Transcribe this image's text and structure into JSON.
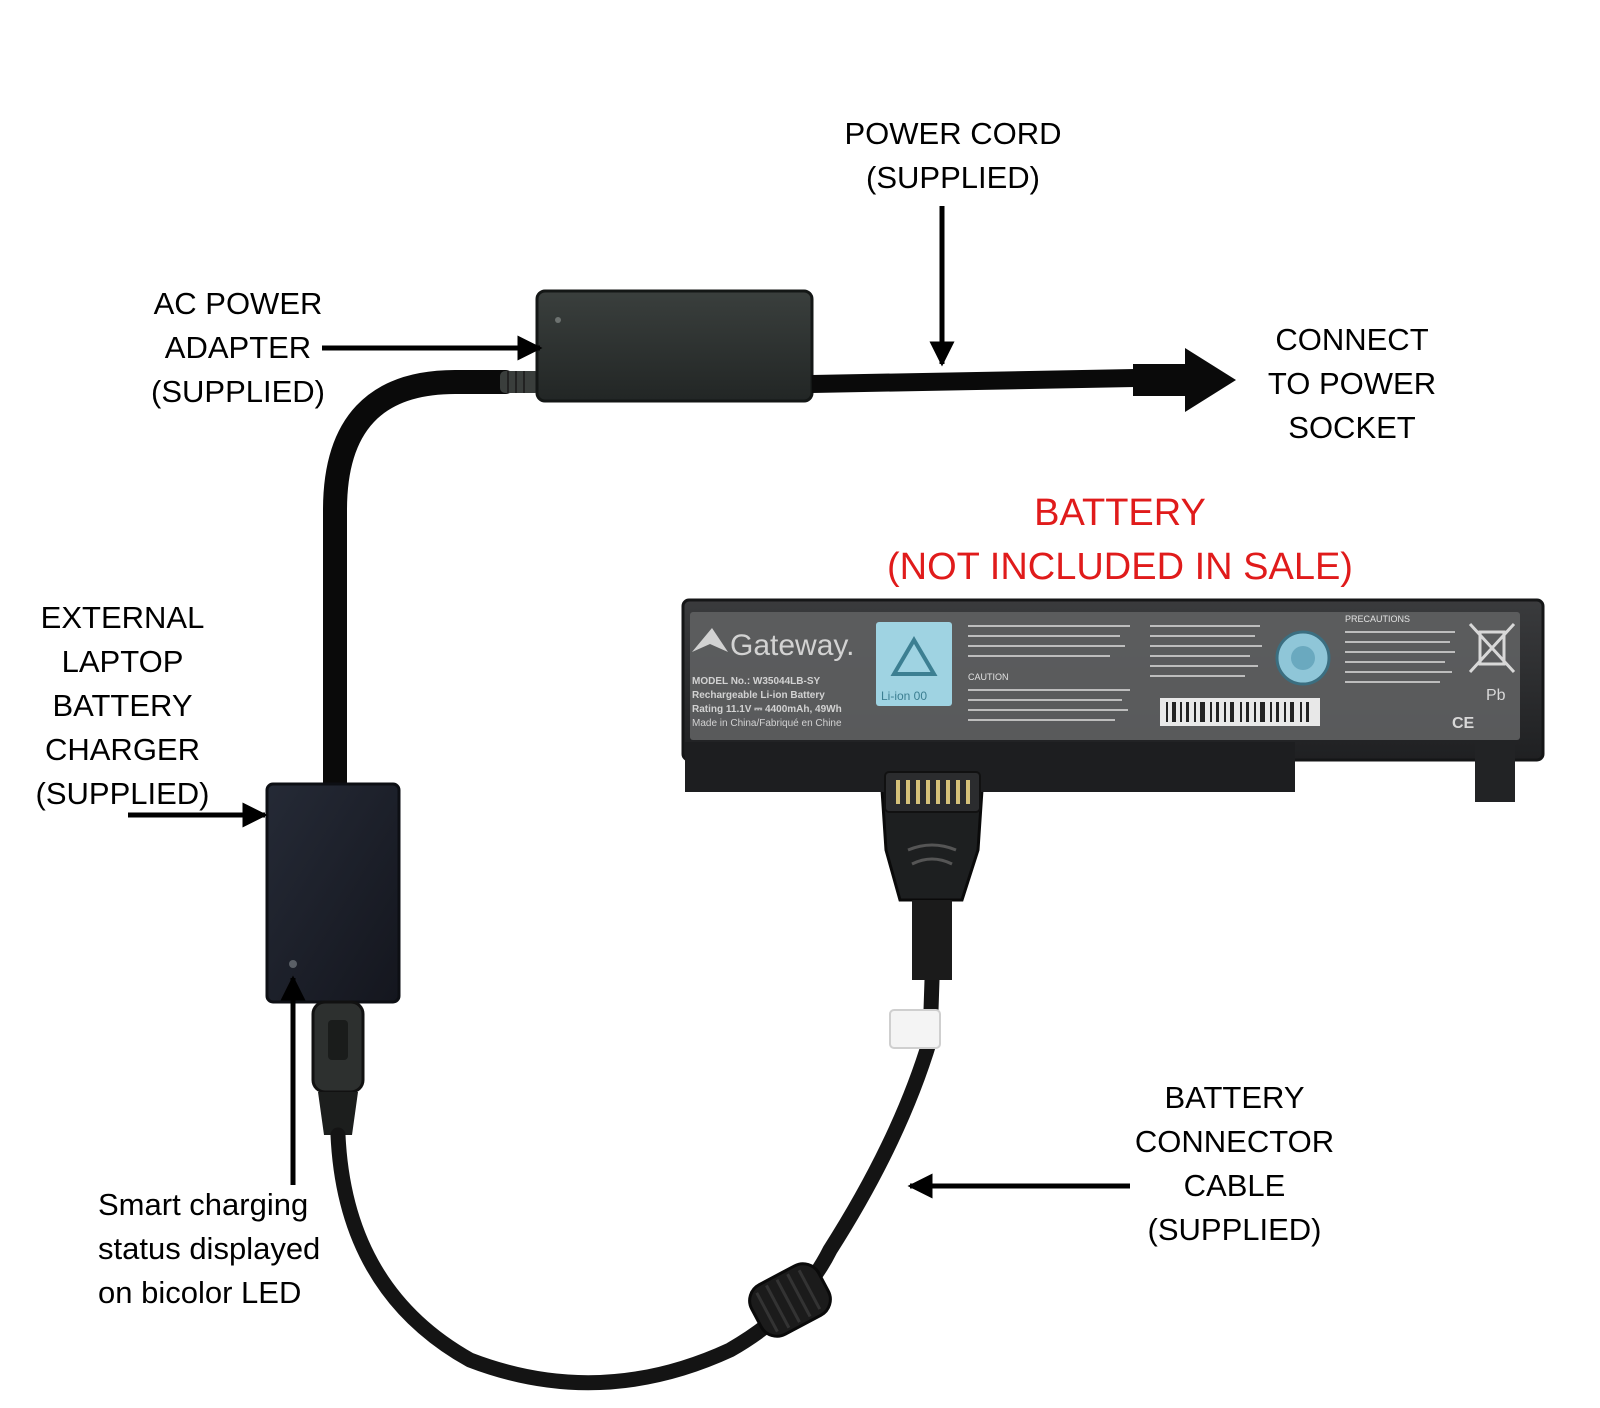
{
  "labels": {
    "power_cord": [
      "POWER CORD",
      "(SUPPLIED)"
    ],
    "ac_adapter": [
      "AC POWER",
      "ADAPTER",
      "(SUPPLIED)"
    ],
    "connect_socket": [
      "CONNECT",
      "TO POWER",
      "SOCKET"
    ],
    "battery": [
      "BATTERY",
      "(NOT INCLUDED IN SALE)"
    ],
    "external_charger": [
      "EXTERNAL",
      "LAPTOP",
      "BATTERY",
      "CHARGER",
      "(SUPPLIED)"
    ],
    "connector_cable": [
      "BATTERY",
      "CONNECTOR",
      "CABLE",
      "(SUPPLIED)"
    ],
    "smart_charging": [
      "Smart charging",
      "status displayed",
      "on bicolor LED"
    ]
  },
  "battery_label": {
    "brand": "Gateway.",
    "model": "MODEL No.: W35044LB-SY",
    "type": "Rechargeable Li-ion Battery",
    "rating": "Rating 11.1V ⎓ 4400mAh, 49Wh",
    "origin": "Made in China/Fabriqué en Chine",
    "recycle": "Li-ion 00",
    "caution": "CAUTION",
    "precautions": "PRECAUTIONS",
    "pb": "Pb",
    "ce": "CE"
  },
  "colors": {
    "device": "#2b2f2e",
    "charger": "#1c1f2a",
    "cable": "#0a0a0a",
    "battery": "#2c2d2f",
    "battery_sticker": "#6a6b6d",
    "recycle_badge": "#9fd3e2",
    "accent_red": "#e01b1b"
  },
  "icons": {
    "recycle": "recycle-icon",
    "weee": "crossed-bin-icon",
    "hologram": "hologram-seal-icon"
  }
}
